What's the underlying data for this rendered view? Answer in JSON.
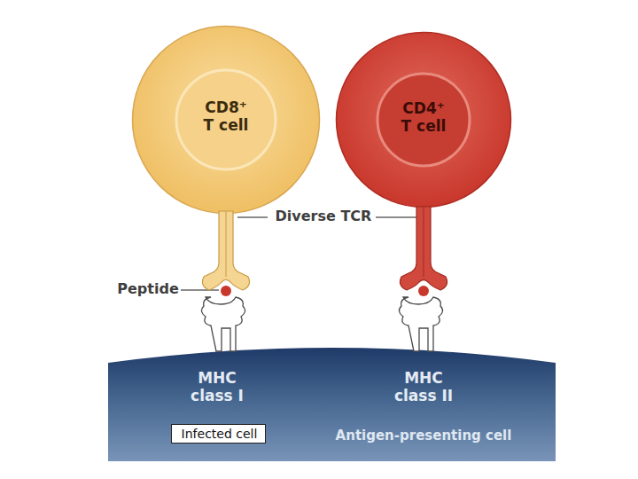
{
  "diagram": {
    "nodes": [
      {
        "text": [
          "CD8⁺ T cell"
        ]
      },
      {
        "text": [
          "CD4⁺ T cell"
        ]
      },
      {
        "text": [
          "MHC class I",
          "MHC class II",
          "Antigen-presenting cell"
        ]
      },
      {
        "text": [
          "Infected cell"
        ],
        "in": 2
      }
    ],
    "labels": [
      "Diverse TCR",
      "Peptide"
    ]
  }
}
